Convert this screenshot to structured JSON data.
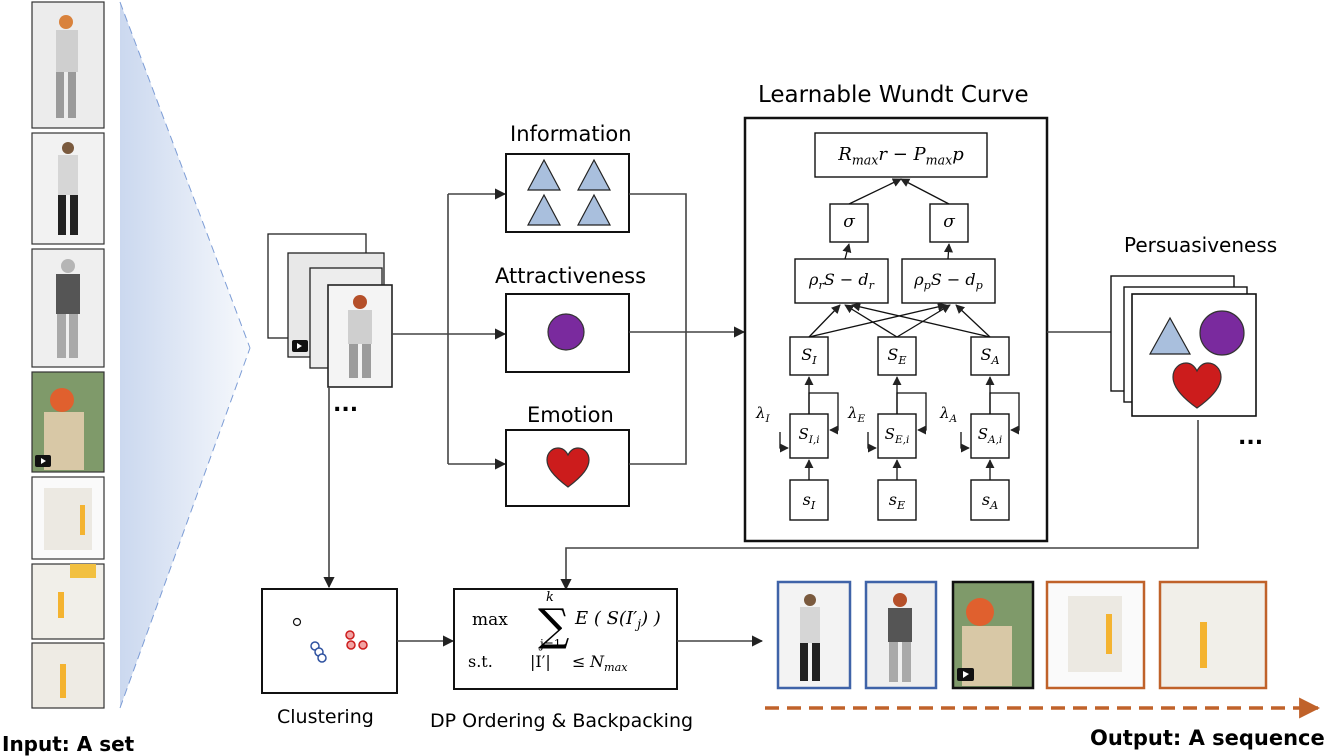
{
  "input_label": "Input: A set",
  "output_label": "Output: A sequence",
  "wundt_title": "Learnable Wundt Curve",
  "branches": {
    "information": "Information",
    "attractiveness": "Attractiveness",
    "emotion": "Emotion"
  },
  "persuasiveness_label": "Persuasiveness",
  "clustering_label": "Clustering",
  "dp_label": "DP Ordering & Backpacking",
  "ellipsis": "...",
  "formula": {
    "max": "max",
    "sum_top": "k",
    "sum_bottom": "j=1",
    "st": "s.t.",
    "constraint_set": "|I′|",
    "le": "≤"
  },
  "wundt": {
    "top": "R",
    "sigma": "σ",
    "lambda": "λ"
  },
  "colors": {
    "triangle_fill": "#a9bfdd",
    "circle_fill": "#7a2a9e",
    "heart_fill": "#cc1c1c",
    "frame_blue": "#3f63a8",
    "frame_orange": "#c0622a",
    "frame_black": "#111111",
    "output_arrow": "#c0622a",
    "fan_blue": "#c8d6ee"
  }
}
